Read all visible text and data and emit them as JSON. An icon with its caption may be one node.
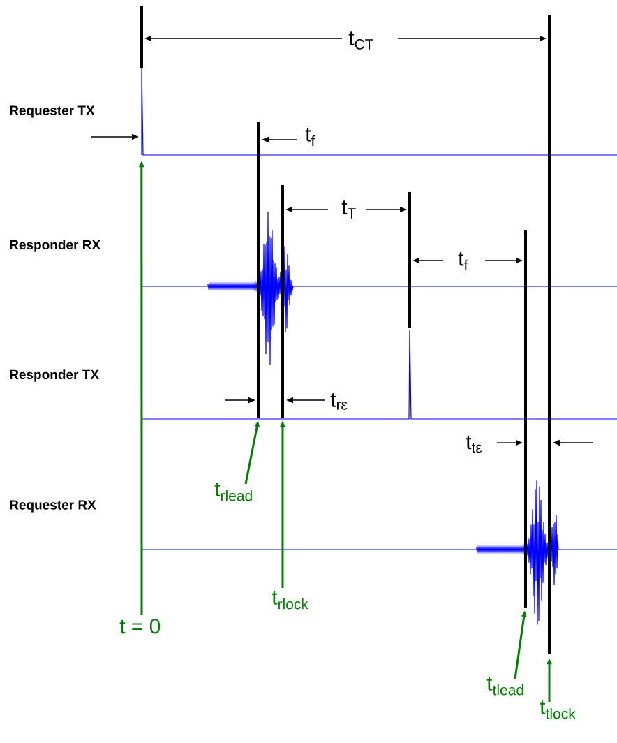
{
  "diagram": {
    "nodes": [
      {
        "text": [
          "t = 0"
        ]
      },
      {
        "text": [
          "t$_{rlead}$"
        ]
      },
      {
        "text": [
          "t$_{rlock}$"
        ]
      },
      {
        "text": [
          "t$_{tlead}$"
        ]
      },
      {
        "text": [
          "t$_{tlock}$"
        ]
      },
      {
        "text": [],
        "shape": "bar"
      },
      {
        "text": [],
        "shape": "bar"
      },
      {
        "text": [],
        "shape": "bar"
      },
      {
        "text": [],
        "shape": "bar"
      },
      {
        "text": [],
        "shape": "bar"
      },
      {
        "text": [],
        "shape": "bar"
      },
      {
        "text": [],
        "shape": "picture"
      }
    ],
    "edges": [
      {
        "from": 0,
        "to": 11,
        "arrow": "to"
      },
      {
        "from": 1,
        "to": 6,
        "arrow": "to"
      },
      {
        "from": 2,
        "to": 7,
        "arrow": "to"
      },
      {
        "from": 3,
        "to": 9,
        "arrow": "to"
      },
      {
        "from": 4,
        "to": 10,
        "arrow": "to"
      }
    ],
    "labels": [
      "t$_{CT}$",
      "Requester TX",
      "t$_{f}$",
      "t$_{T}$",
      "Responder RX",
      "t$_{f}$",
      "Responder TX",
      "t$_{rε}$",
      "t$_{tε}$",
      "Requester RX"
    ]
  }
}
